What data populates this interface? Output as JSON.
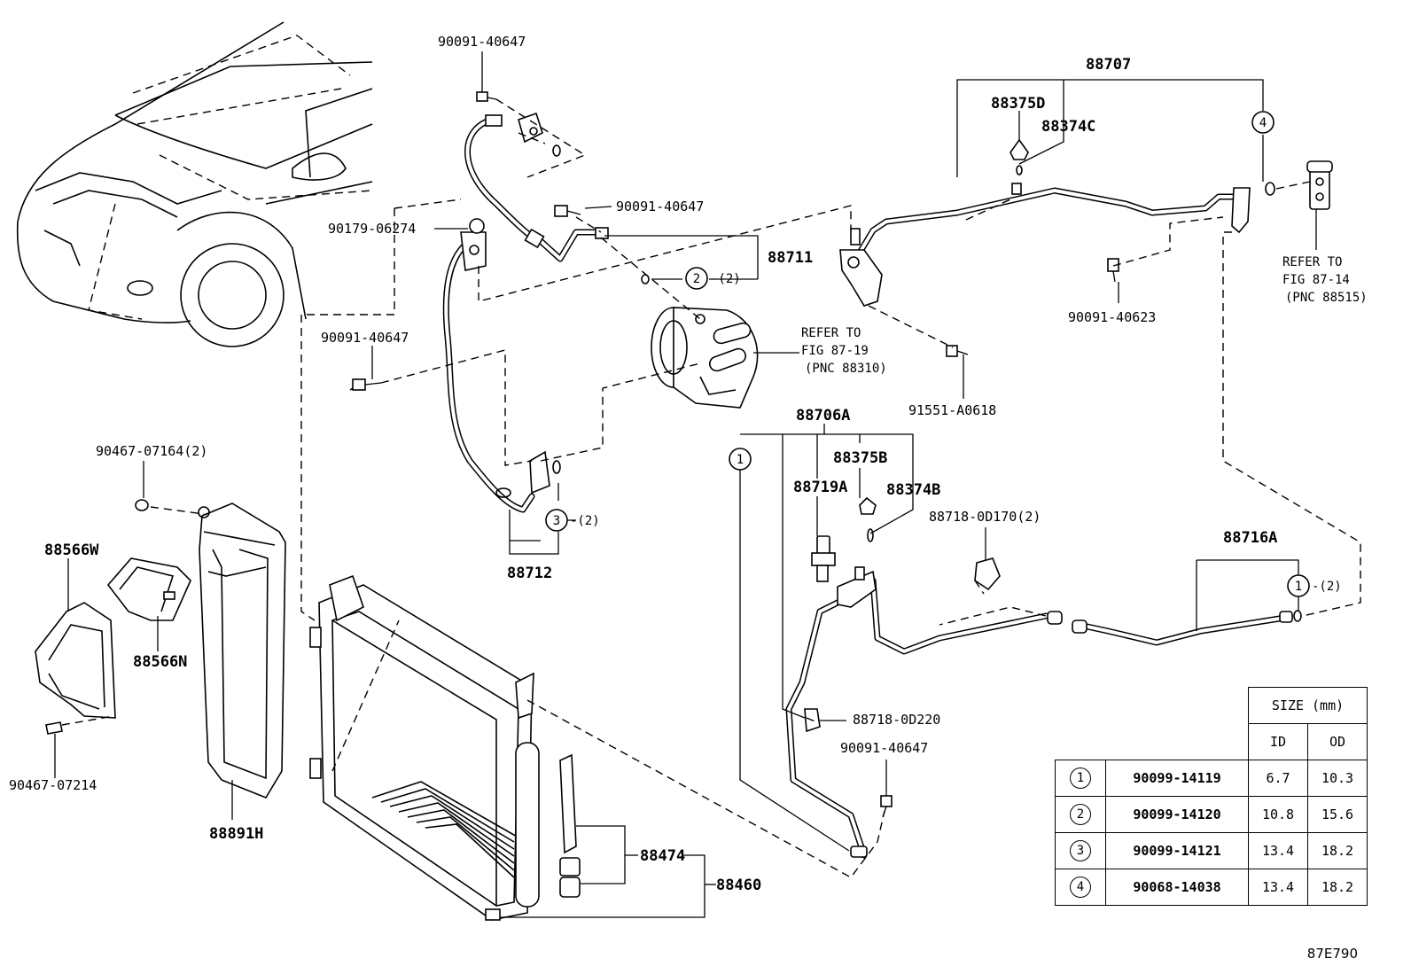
{
  "labels": {
    "p88707": "88707",
    "p88375D": "88375D",
    "p88374C": "88374C",
    "p90091_40647_a": "90091-40647",
    "p90091_40647_b": "90091-40647",
    "p90091_40647_c": "90091-40647",
    "p90091_40647_d": "90091-40647",
    "p90179_06274": "90179-06274",
    "p88711": "88711",
    "p90091_40623": "90091-40623",
    "p91551_A0618": "91551-A0618",
    "p88706A": "88706A",
    "p88375B": "88375B",
    "p88719A": "88719A",
    "p88374B": "88374B",
    "p88718_0D170": "88718-0D170(2)",
    "p88716A": "88716A",
    "p88712": "88712",
    "p90467_07164": "90467-07164(2)",
    "p88566W": "88566W",
    "p88566N": "88566N",
    "p90467_07214": "90467-07214",
    "p88891H": "88891H",
    "p88718_0D220": "88718-0D220",
    "p88474": "88474",
    "p88460": "88460"
  },
  "callouts": {
    "c2": "2",
    "c2q": "-(2)",
    "c3": "3",
    "c3q": "-(2)",
    "c4": "4",
    "c1a": "1",
    "c1b": "1",
    "c1bq": "-(2)"
  },
  "refs": {
    "compressor": {
      "line1": "REFER TO",
      "line2": "FIG 87-19",
      "line3": "(PNC 88310)"
    },
    "valve": {
      "line1": "REFER TO",
      "line2": "FIG 87-14",
      "line3": "(PNC 88515)"
    }
  },
  "size_table": {
    "title": "SIZE (mm)",
    "col_id": "ID",
    "col_od": "OD",
    "rows": [
      {
        "no": "1",
        "part": "90099-14119",
        "id": "6.7",
        "od": "10.3"
      },
      {
        "no": "2",
        "part": "90099-14120",
        "id": "10.8",
        "od": "15.6"
      },
      {
        "no": "3",
        "part": "90099-14121",
        "id": "13.4",
        "od": "18.2"
      },
      {
        "no": "4",
        "part": "90068-14038",
        "id": "13.4",
        "od": "18.2"
      }
    ]
  },
  "figure_code": "87E790"
}
